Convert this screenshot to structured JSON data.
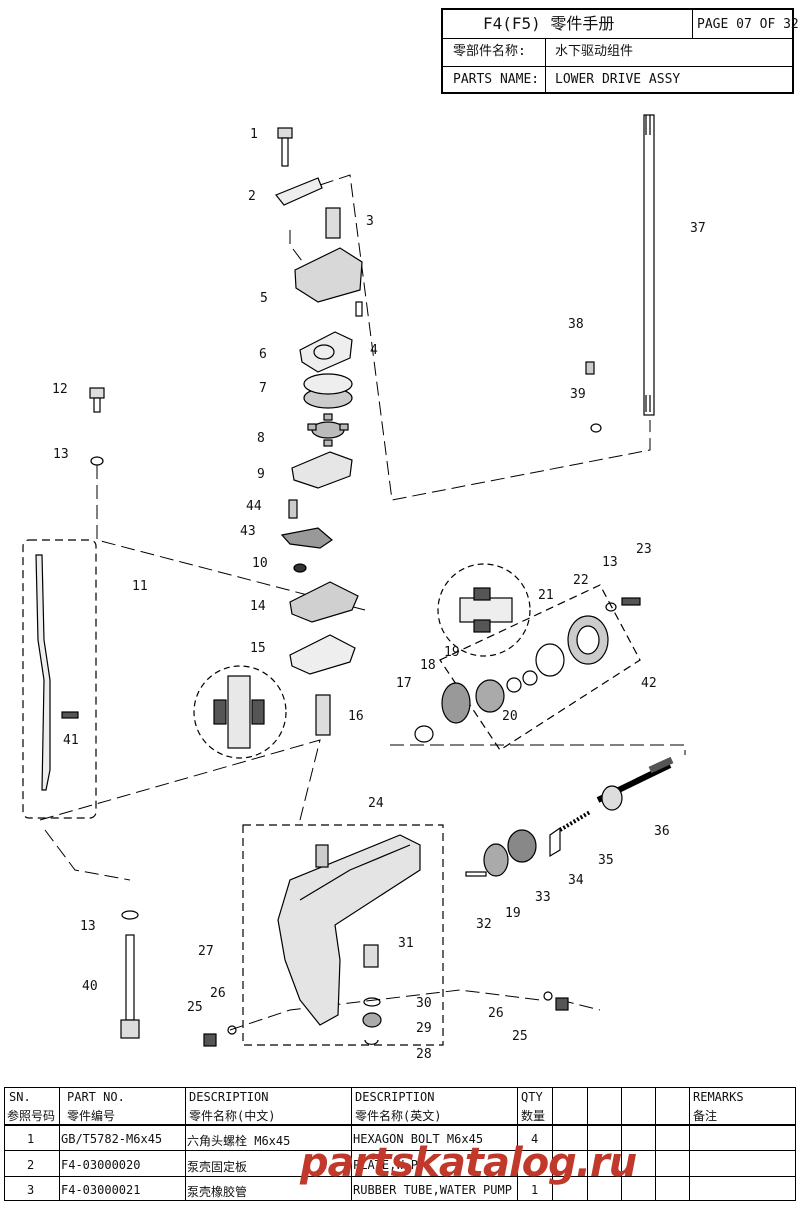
{
  "header": {
    "title": "F4(F5) 零件手册",
    "page": "PAGE 07 OF 32",
    "cn_label": "零部件名称:",
    "cn_value": "水下驱动组件",
    "en_label": "PARTS NAME:",
    "en_value": "LOWER DRIVE ASSY"
  },
  "callouts": [
    "1",
    "2",
    "3",
    "4",
    "5",
    "6",
    "7",
    "8",
    "9",
    "10",
    "11",
    "12",
    "13",
    "14",
    "15",
    "16",
    "17",
    "18",
    "19",
    "20",
    "21",
    "22",
    "23",
    "24",
    "25",
    "26",
    "27",
    "28",
    "29",
    "30",
    "31",
    "32",
    "33",
    "34",
    "35",
    "36",
    "37",
    "38",
    "39",
    "40",
    "41",
    "42",
    "43",
    "44"
  ],
  "table": {
    "headers": {
      "sn": [
        "SN.",
        "参照号码"
      ],
      "part_no": [
        "PART NO.",
        "零件编号"
      ],
      "desc_cn": [
        "DESCRIPTION",
        "零件名称(中文)"
      ],
      "desc_en": [
        "DESCRIPTION",
        "零件名称(英文)"
      ],
      "qty": [
        "QTY",
        "数量"
      ],
      "remarks": [
        "REMARKS",
        "备注"
      ]
    },
    "rows": [
      {
        "sn": "1",
        "part_no": "GB/T5782-M6x45",
        "desc_cn": "六角头螺栓 M6x45",
        "desc_en": "HEXAGON BOLT M6x45",
        "qty": "4"
      },
      {
        "sn": "2",
        "part_no": "F4-03000020",
        "desc_cn": "泵壳固定板",
        "desc_en": "PLATE,W.P",
        "qty": ""
      },
      {
        "sn": "3",
        "part_no": "F4-03000021",
        "desc_cn": "泵壳橡胶管",
        "desc_en": "RUBBER TUBE,WATER PUMP",
        "qty": "1"
      }
    ]
  },
  "watermark": {
    "text": "partskatalog",
    "tld": ".ru",
    "color": "#c0392b"
  }
}
